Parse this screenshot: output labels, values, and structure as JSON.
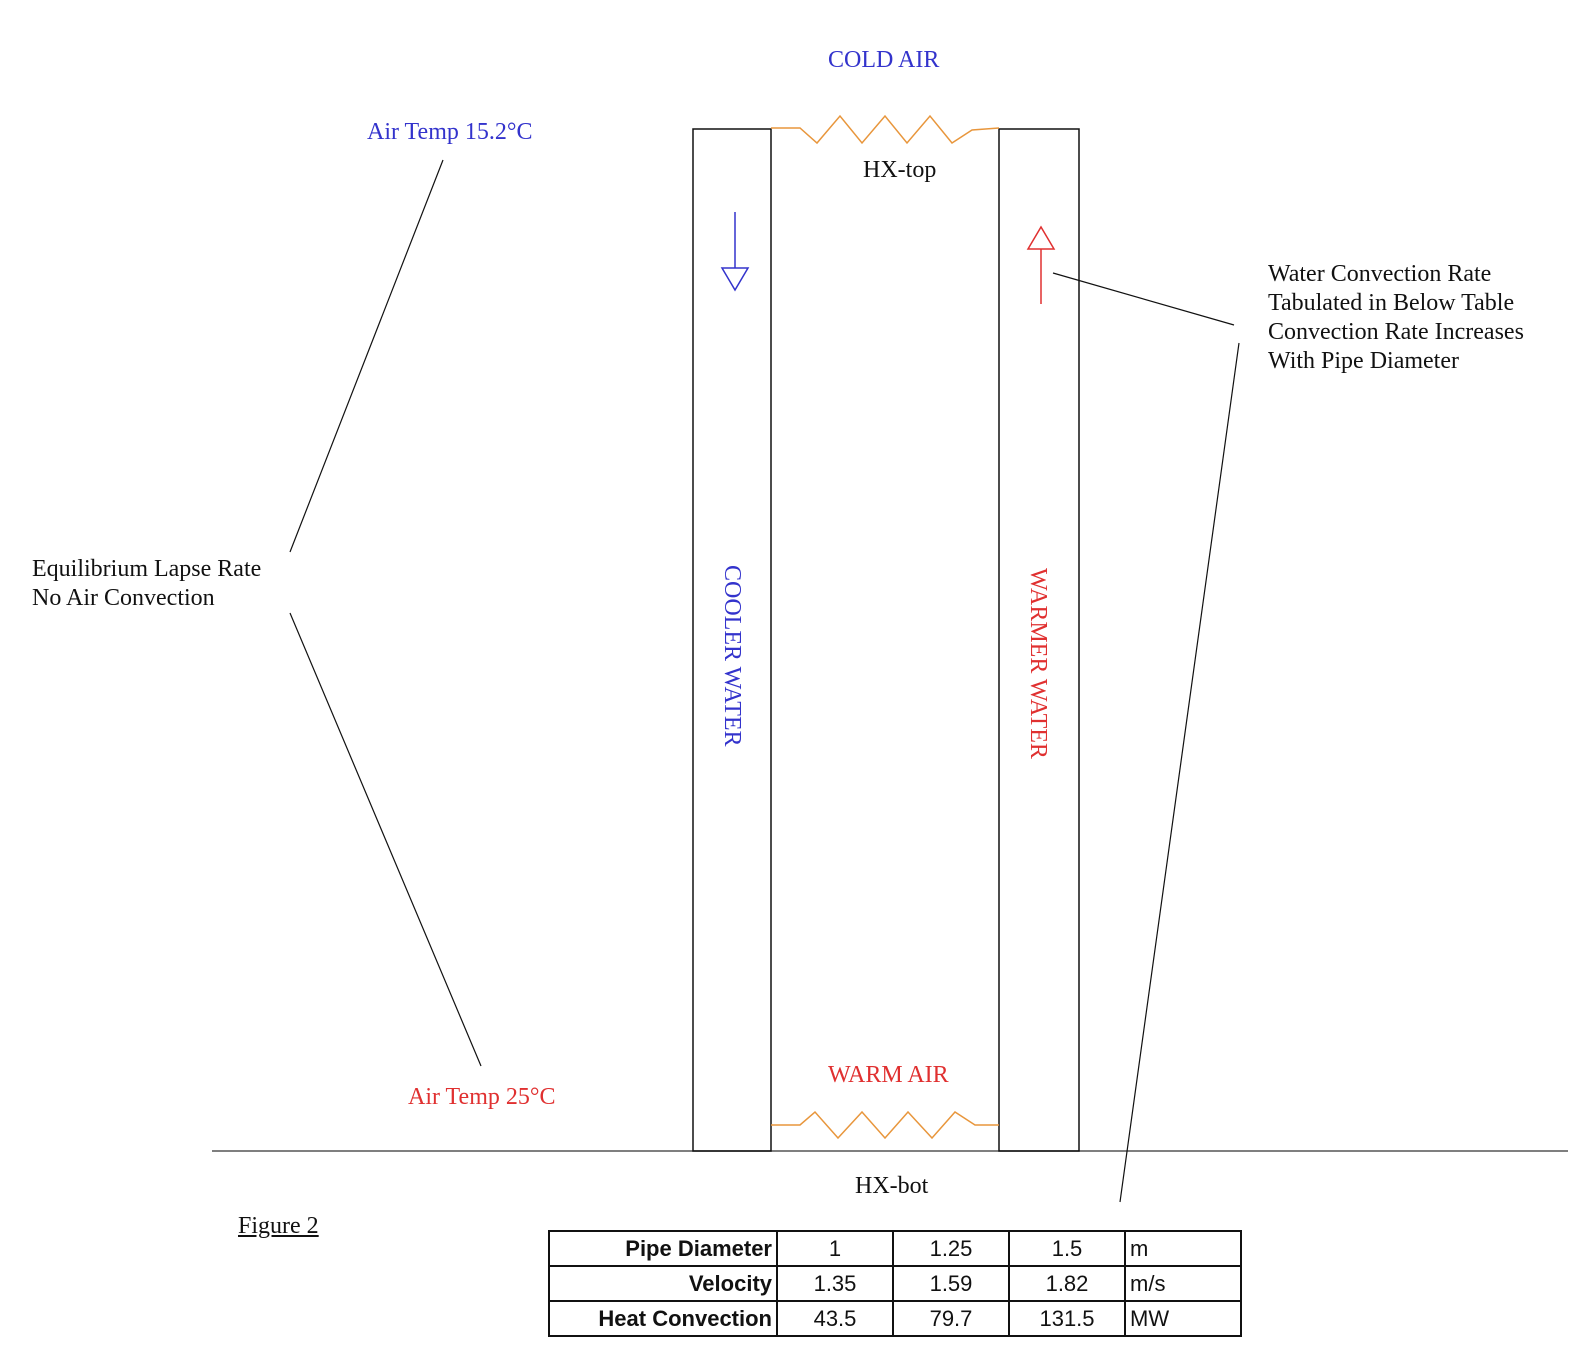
{
  "colors": {
    "cold": "#3333cc",
    "warm": "#e03030",
    "resistor": "#e8963c",
    "line": "#111111"
  },
  "labels": {
    "cold_air": "COLD AIR",
    "warm_air": "WARM AIR",
    "hx_top": "HX-top",
    "hx_bot": "HX-bot",
    "air_temp_top": "Air Temp 15.2°C",
    "air_temp_bottom": "Air Temp 25°C",
    "cooler_water": "COOLER WATER",
    "warmer_water": "WARMER WATER",
    "figure_caption": "Figure 2"
  },
  "left_note": {
    "line1": "Equilibrium Lapse Rate",
    "line2": "No Air Convection"
  },
  "right_note": {
    "line1": "Water Convection Rate",
    "line2": "Tabulated in Below Table",
    "line3": "Convection Rate Increases",
    "line4": "With Pipe Diameter"
  },
  "table": {
    "rows": [
      {
        "label": "Pipe Diameter",
        "values": [
          "1",
          "1.25",
          "1.5"
        ],
        "unit": "m"
      },
      {
        "label": "Velocity",
        "values": [
          "1.35",
          "1.59",
          "1.82"
        ],
        "unit": "m/s"
      },
      {
        "label": "Heat Convection",
        "values": [
          "43.5",
          "79.7",
          "131.5"
        ],
        "unit": "MW"
      }
    ]
  },
  "icons": {
    "down_arrow": "down-arrow-icon",
    "up_arrow": "up-arrow-icon",
    "top_resistor": "heat-exchanger-top-icon",
    "bottom_resistor": "heat-exchanger-bottom-icon"
  }
}
